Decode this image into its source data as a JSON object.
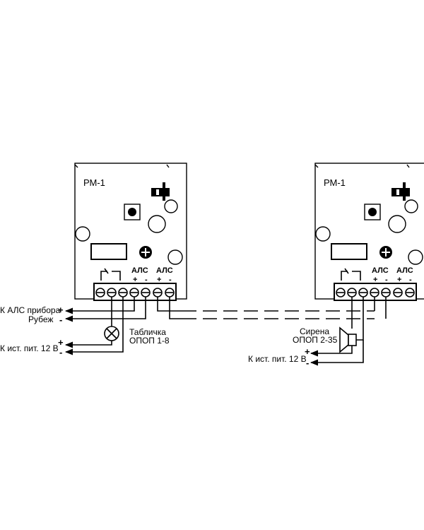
{
  "modules": [
    {
      "title": "РМ-1",
      "alc_left": "АЛС",
      "alc_right": "АЛС",
      "plus": "+",
      "minus": "-"
    },
    {
      "title": "РМ-1",
      "alc_left": "АЛС",
      "alc_right": "АЛС",
      "plus": "+",
      "minus": "-"
    }
  ],
  "labels": {
    "alc_device": "К АЛС прибора",
    "rubezh": "Рубеж",
    "power_left": "К ист. пит. 12 В",
    "power_right": "К ист. пит. 12 В",
    "sign_line1": "Табличка",
    "sign_line2": "ОПОП 1-8",
    "siren_line1": "Сирена",
    "siren_line2": "ОПОП 2-35",
    "plus": "+",
    "minus": "-"
  },
  "icons": {
    "lamp": "lamp-icon",
    "siren": "siren-speaker-icon",
    "button": "push-button-icon",
    "fuse": "fuse-icon",
    "screw": "screw-icon"
  }
}
